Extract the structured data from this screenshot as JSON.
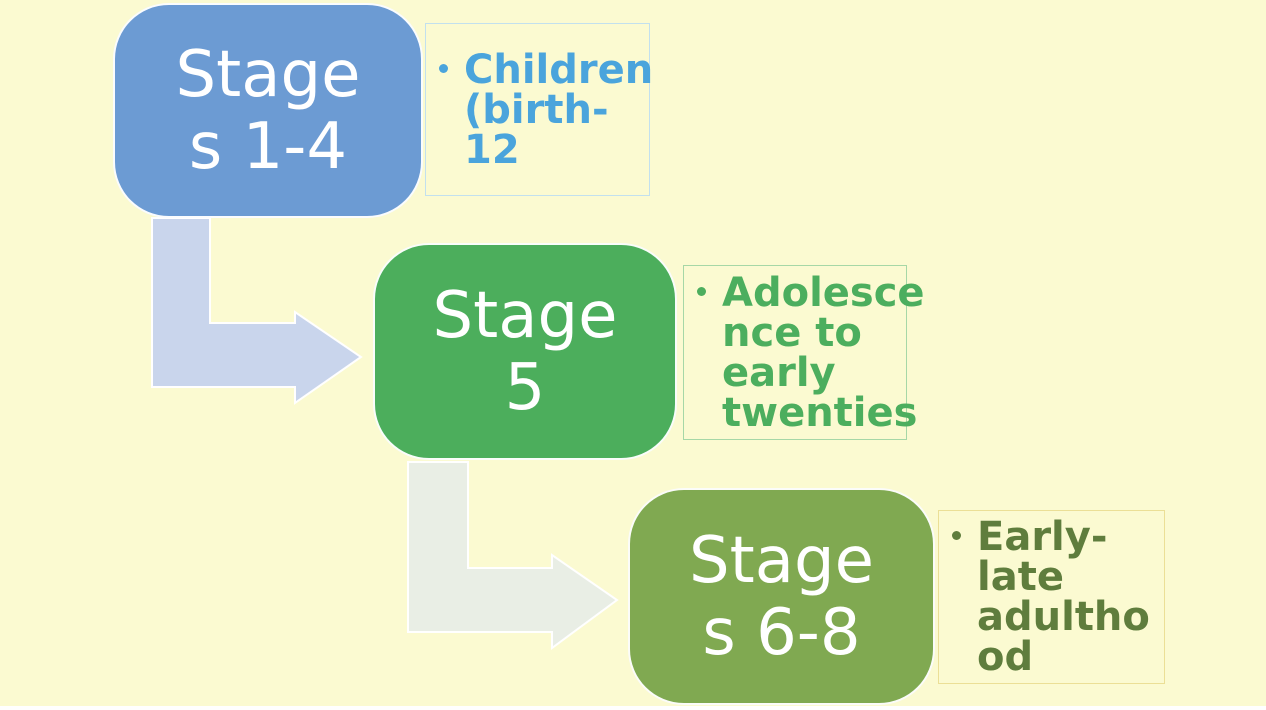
{
  "slide": {
    "background_color": "#FBFAD1",
    "title": "Stages step-down process diagram"
  },
  "stages": [
    {
      "id": "stages-1-4",
      "label": "Stages 1-4",
      "label_lines": [
        "Stage",
        "s 1-4"
      ],
      "box_color": "#6C9BD3",
      "description": "Children (birth-12",
      "desc_lines": [
        "Children",
        "(birth-",
        "12"
      ],
      "desc_text_color": "#4AA4DC",
      "desc_border_color": "#C2E0EE"
    },
    {
      "id": "stage-5",
      "label": "Stage 5",
      "label_lines": [
        "Stage",
        "5"
      ],
      "box_color": "#4CAE5C",
      "description": "Adolescence to early twenties",
      "desc_lines": [
        "Adolesce",
        "nce to",
        "early",
        "twenties"
      ],
      "desc_text_color": "#4CAE5E",
      "desc_border_color": "#A6D7A6"
    },
    {
      "id": "stages-6-8",
      "label": "Stages 6-8",
      "label_lines": [
        "Stage",
        "s 6-8"
      ],
      "box_color": "#80A951",
      "description": "Early-late adulthood",
      "desc_lines": [
        "Early-",
        "late",
        "adultho",
        "od"
      ],
      "desc_text_color": "#5F7D3D",
      "desc_border_color": "#EBDF96"
    }
  ],
  "arrows": [
    {
      "name": "stage1-to-stage2",
      "fill": "#C9D5EC",
      "outline": "#FFFFFF"
    },
    {
      "name": "stage2-to-stage3",
      "fill": "#E9EEE5",
      "outline": "#FFFFFF"
    }
  ]
}
